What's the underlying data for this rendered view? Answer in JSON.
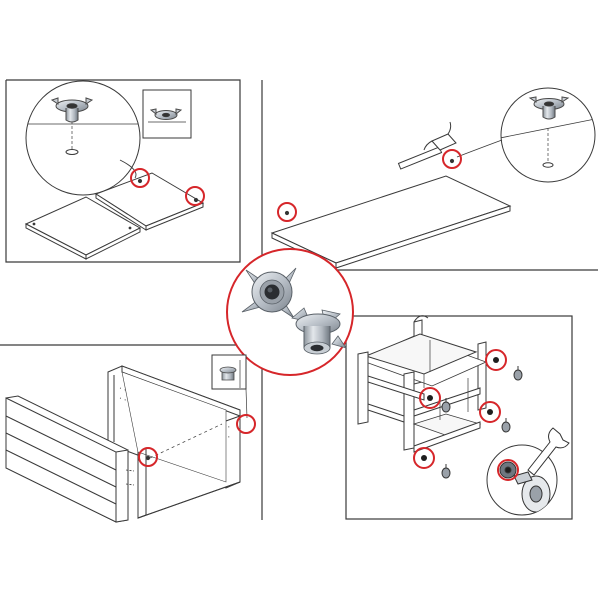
{
  "colors": {
    "line": "#3a3a3a",
    "panel_fill": "#ffffff",
    "highlight_ring": "#d6262a",
    "metal_light": "#d9dde2",
    "metal_mid": "#a9b0b8",
    "metal_dark": "#6f7780",
    "hole": "#1e1e1e",
    "drawer_fill": "#f4f4f4"
  },
  "panels": [
    {
      "id": "top-left",
      "shows": "t-nut-inserted-into-shelf-hole",
      "has_magnifier": true,
      "has_inset": true
    },
    {
      "id": "top-right",
      "shows": "hammering-t-nut-into-board",
      "has_magnifier": true,
      "tool_icon": "hammer-icon"
    },
    {
      "id": "bottom-left",
      "shows": "drawer-box-assembly-with-t-nut",
      "has_inset": true
    },
    {
      "id": "bottom-right",
      "shows": "attaching-caster-wheels-to-frame",
      "tool_icon": "wrench-icon"
    }
  ],
  "center_callout": {
    "shows": "two-t-nut-fasteners",
    "icon": "t-nut-icon"
  }
}
